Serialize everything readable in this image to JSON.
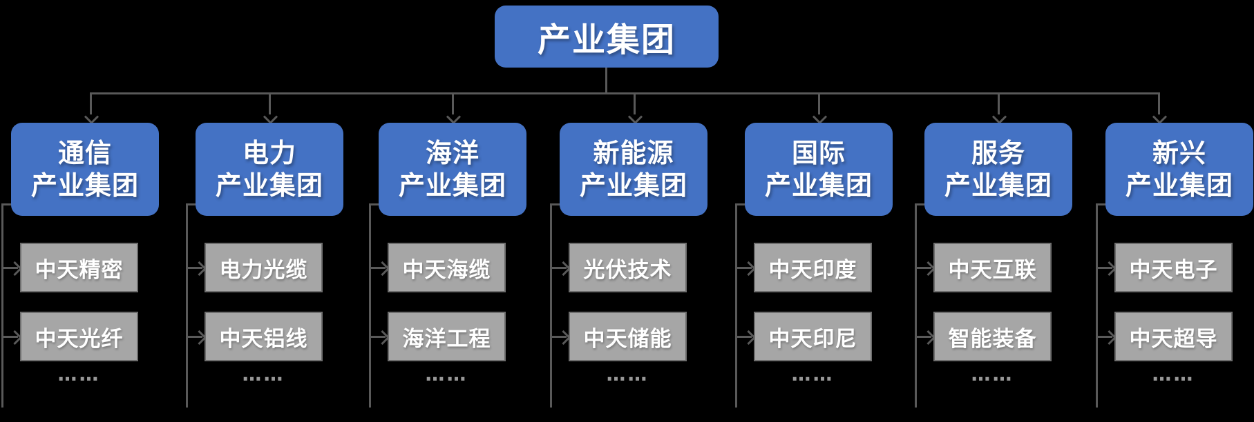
{
  "colors": {
    "background": "#000000",
    "node_blue": "#4472C4",
    "node_text": "#FFFFFF",
    "child_fill": "#A6A6A6",
    "child_border": "#6E6E6E",
    "connector": "#595959",
    "ellipsis": "#999999"
  },
  "root": {
    "label": "产业集团"
  },
  "ellipsis": "……",
  "columns": [
    {
      "lines": [
        "通信",
        "产业集团"
      ],
      "children": [
        "中天精密",
        "中天光纤"
      ]
    },
    {
      "lines": [
        "电力",
        "产业集团"
      ],
      "children": [
        "电力光缆",
        "中天铝线"
      ]
    },
    {
      "lines": [
        "海洋",
        "产业集团"
      ],
      "children": [
        "中天海缆",
        "海洋工程"
      ]
    },
    {
      "lines": [
        "新能源",
        "产业集团"
      ],
      "children": [
        "光伏技术",
        "中天储能"
      ]
    },
    {
      "lines": [
        "国际",
        "产业集团"
      ],
      "children": [
        "中天印度",
        "中天印尼"
      ]
    },
    {
      "lines": [
        "服务",
        "产业集团"
      ],
      "children": [
        "中天互联",
        "智能装备"
      ]
    },
    {
      "lines": [
        "新兴",
        "产业集团"
      ],
      "children": [
        "中天电子",
        "中天超导"
      ]
    }
  ]
}
